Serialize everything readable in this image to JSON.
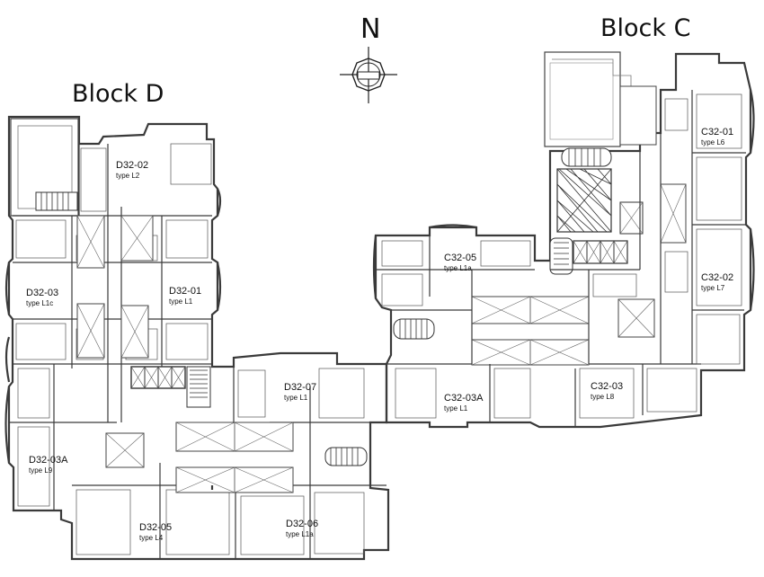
{
  "blocks": {
    "d": {
      "title": "Block D",
      "fill": "#d6e6d9"
    },
    "c": {
      "title": "Block C",
      "fill": "#efd0dc"
    }
  },
  "compass": {
    "label": "N"
  },
  "units": {
    "d32_02": {
      "name": "D32-02",
      "type": "type L2"
    },
    "d32_03": {
      "name": "D32-03",
      "type": "type L1c"
    },
    "d32_01": {
      "name": "D32-01",
      "type": "type L1"
    },
    "d32_07": {
      "name": "D32-07",
      "type": "type L1"
    },
    "d32_03a": {
      "name": "D32-03A",
      "type": "type L9"
    },
    "d32_05": {
      "name": "D32-05",
      "type": "type L4"
    },
    "d32_06": {
      "name": "D32-06",
      "type": "type L1a"
    },
    "c32_01": {
      "name": "C32-01",
      "type": "type L6"
    },
    "c32_05": {
      "name": "C32-05",
      "type": "type L1a"
    },
    "c32_02": {
      "name": "C32-02",
      "type": "type L7"
    },
    "c32_03a": {
      "name": "C32-03A",
      "type": "type L1"
    },
    "c32_03": {
      "name": "C32-03",
      "type": "type L8"
    }
  }
}
